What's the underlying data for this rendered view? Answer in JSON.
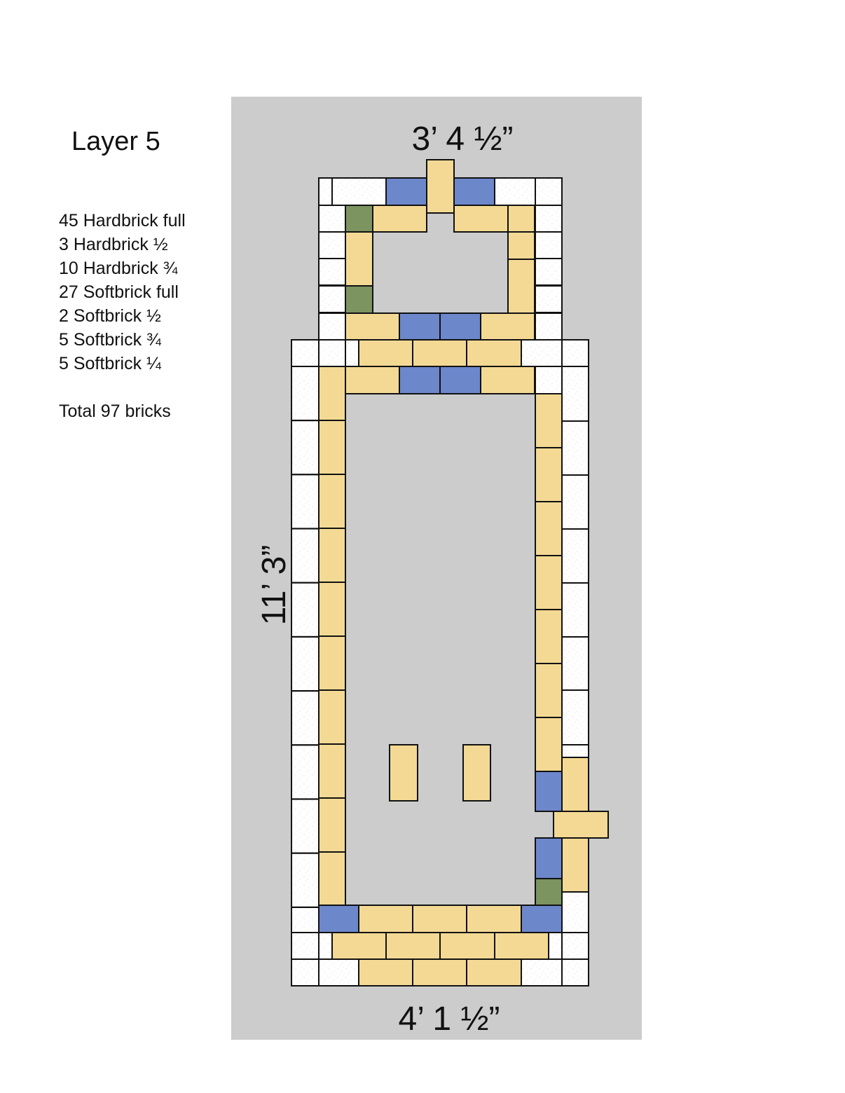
{
  "layer_title": "Layer 5",
  "counts": [
    "45 Hardbrick full",
    "3 Hardbrick ½",
    "10 Hardbrick ¾",
    "27 Softbrick full",
    "2 Softbrick ½",
    "5 Softbrick ¾",
    "5 Softbrick ¼"
  ],
  "total": "Total 97 bricks",
  "dimensions": {
    "top": "3’ 4 ½”",
    "side": "11’ 3”",
    "bottom": "4’ 1 ½”"
  },
  "colors": {
    "panel": "#cccccc",
    "hardbrick": "#f3d994",
    "outer_brick": "#ffffff",
    "blue_brick": "#6d87cb",
    "green_brick": "#7b9460",
    "outline": "#111111"
  }
}
